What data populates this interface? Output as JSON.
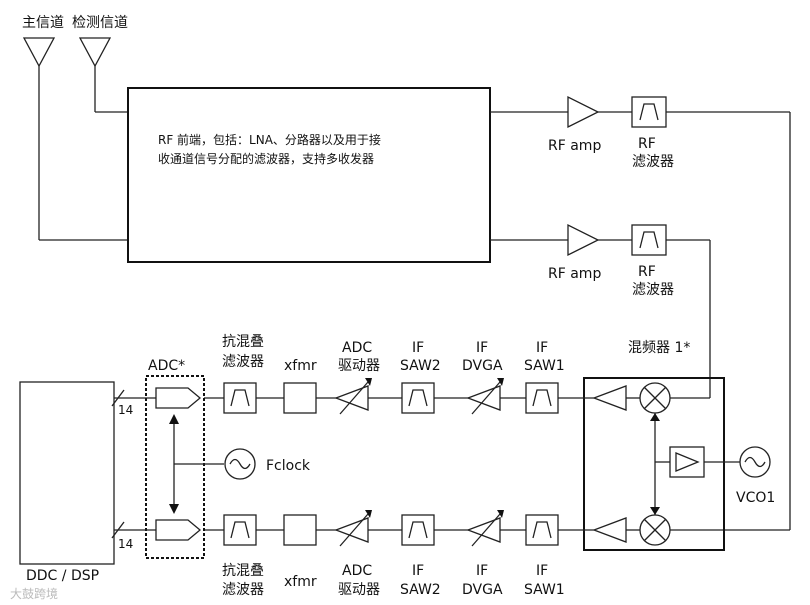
{
  "antennas": {
    "main": "主信道",
    "detect": "检测信道"
  },
  "rf_frontend": {
    "line1": "RF 前端，包括：LNA、分路器以及用于接",
    "line2": "收通道信号分配的滤波器，支持多收发器"
  },
  "rf_chain": {
    "amp_label": "RF amp",
    "filter_label_1": "RF",
    "filter_label_2": "滤波器"
  },
  "mixer": {
    "label": "混频器 1*"
  },
  "vco": {
    "label": "VCO1"
  },
  "adc": {
    "label": "ADC*"
  },
  "fclock": {
    "label": "Fclock"
  },
  "dsp": {
    "label": "DDC / DSP"
  },
  "bus": {
    "width": "14"
  },
  "chain_labels": {
    "aa_filter_1": "抗混叠",
    "aa_filter_2": "滤波器",
    "xfmr": "xfmr",
    "adc_driver_1": "ADC",
    "adc_driver_2": "驱动器",
    "saw2_1": "IF",
    "saw2_2": "SAW2",
    "dvga_1": "IF",
    "dvga_2": "DVGA",
    "saw1_1": "IF",
    "saw1_2": "SAW1"
  },
  "watermark": "大鼓跨境"
}
